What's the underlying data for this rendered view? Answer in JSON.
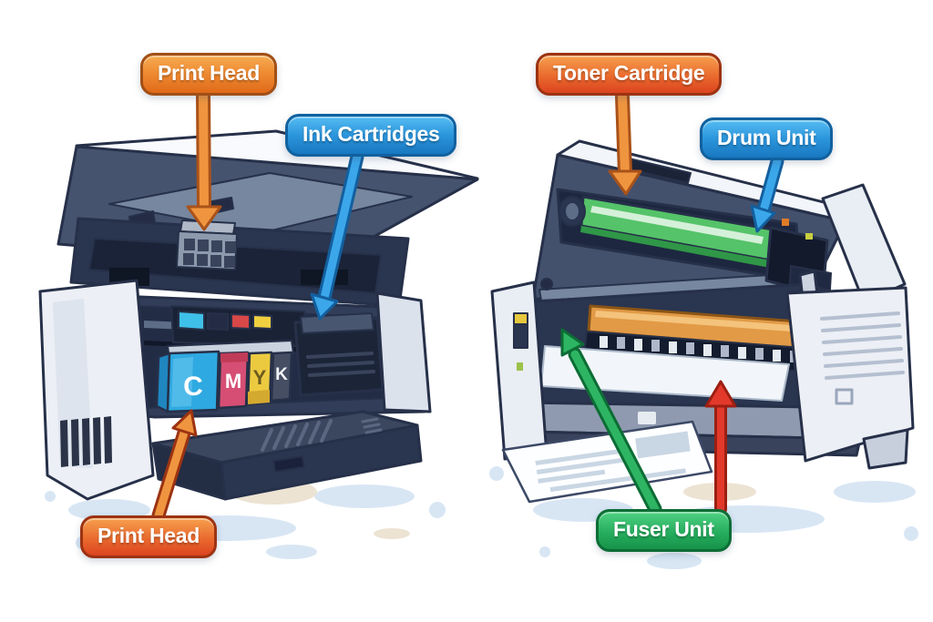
{
  "diagram": {
    "subject": "Printer parts labeled diagram",
    "left_printer": {
      "kind": "inkjet",
      "callouts": {
        "print_head_top": {
          "text": "Print Head",
          "style": "orange",
          "color": "#e8731d"
        },
        "ink_cartridges": {
          "text": "Ink Cartridges",
          "style": "blue",
          "color": "#1e86cc"
        },
        "print_head_bottom": {
          "text": "Print Head",
          "style": "red-orange",
          "color": "#e04a22"
        }
      },
      "cartridges": [
        {
          "letter": "C",
          "name": "cyan",
          "color": "#2fa9e1"
        },
        {
          "letter": "M",
          "name": "magenta",
          "color": "#d64e74"
        },
        {
          "letter": "Y",
          "name": "yellow",
          "color": "#ecca40"
        },
        {
          "letter": "K",
          "name": "black",
          "color": "#454e63"
        }
      ]
    },
    "right_printer": {
      "kind": "laser",
      "callouts": {
        "toner_cartridge": {
          "text": "Toner Cartridge",
          "style": "red-orange",
          "color": "#e2512b"
        },
        "drum_unit": {
          "text": "Drum Unit",
          "style": "blue",
          "color": "#1e86cc"
        },
        "fuser_unit": {
          "text": "Fuser Unit",
          "style": "green",
          "color": "#1da156"
        }
      },
      "toner_color": "#55c369",
      "transfer_roller_color": "#e29a46",
      "fuser_pointer_colors": [
        "#2eb563",
        "#e2392b"
      ]
    }
  }
}
